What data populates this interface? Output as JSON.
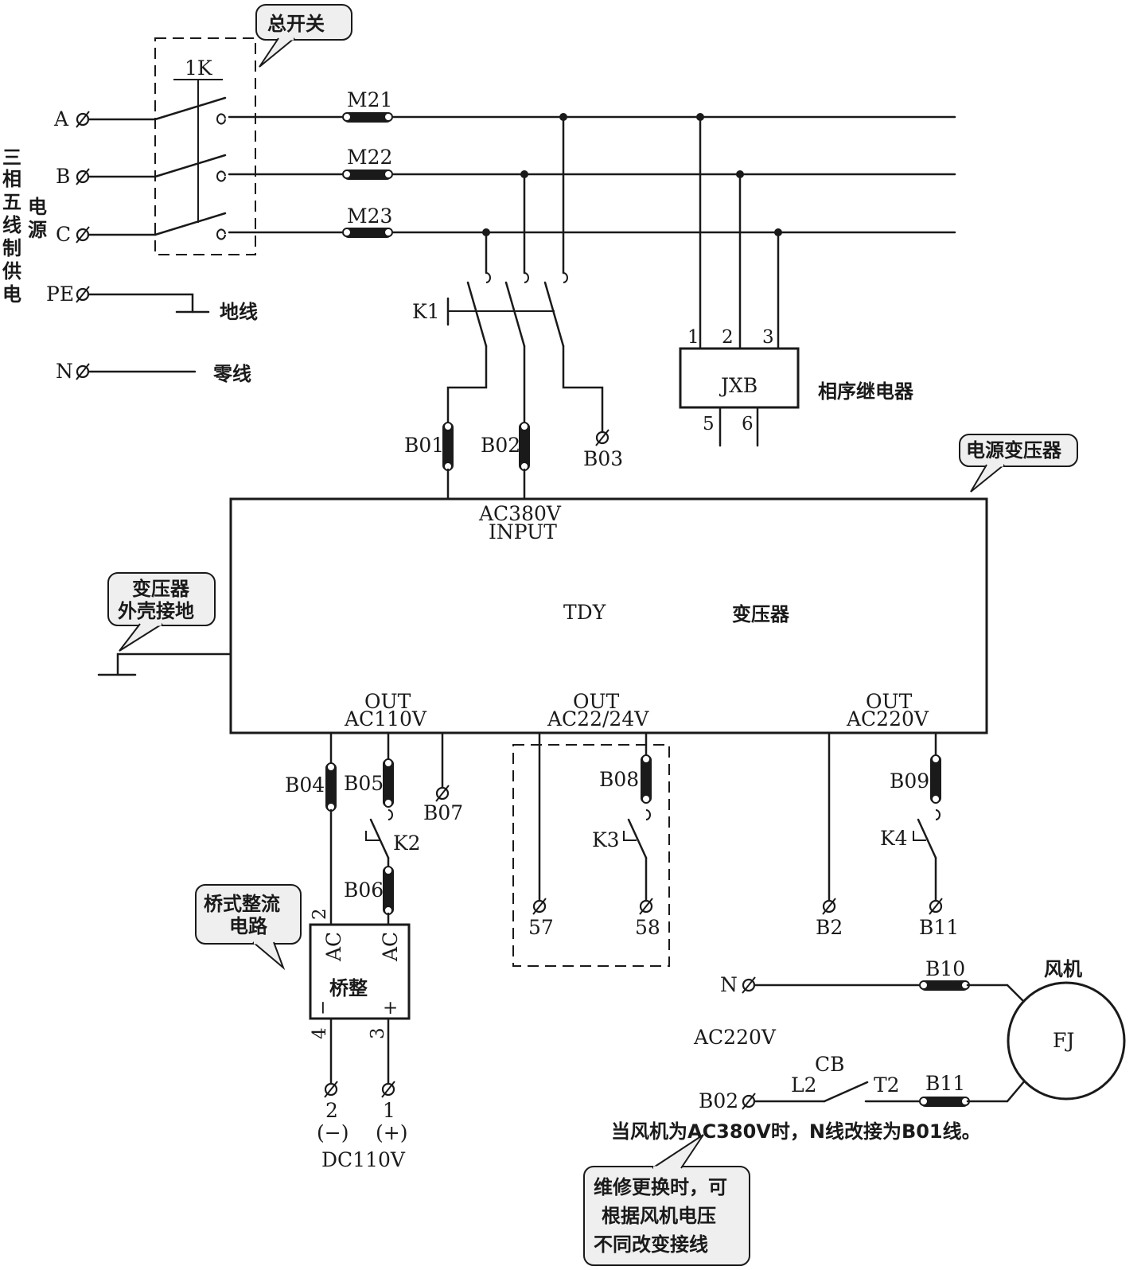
{
  "switches": {
    "main_switch": "1K",
    "k1": "K1",
    "k2": "K2",
    "k3": "K3",
    "k4": "K4",
    "cb": "CB",
    "cb_l": "L2",
    "cb_t": "T2"
  },
  "supply": {
    "title_chars": [
      "三",
      "相",
      "五",
      "线",
      "制",
      "供",
      "电"
    ],
    "title_chars_2": [
      "电",
      "源"
    ],
    "phases": [
      "A",
      "B",
      "C"
    ],
    "pe": "PE",
    "n": "N",
    "ground_label": "地线",
    "neutral_label": "零线"
  },
  "fuses": {
    "m21": "M21",
    "m22": "M22",
    "m23": "M23",
    "b01": "B01",
    "b02": "B02",
    "b04": "B04",
    "b05": "B05",
    "b06": "B06",
    "b08": "B08",
    "b09": "B09",
    "b10": "B10",
    "b11": "B11"
  },
  "terminals": {
    "b03": "B03",
    "b07": "B07",
    "t57": "57",
    "t58": "58",
    "b2": "B2",
    "b11": "B11",
    "dc_neg_num": "2",
    "dc_pos_num": "1",
    "dc_neg_sign": "(−)",
    "dc_pos_sign": "(+)",
    "dc_label": "DC110V",
    "fan_n": "N",
    "fan_b02": "B02"
  },
  "relay": {
    "name": "JXB",
    "label": "相序继电器",
    "pins_top": [
      "1",
      "2",
      "3"
    ],
    "pins_bottom": [
      "5",
      "6"
    ]
  },
  "transformer": {
    "input_voltage": "AC380V",
    "input_label": "INPUT",
    "model": "TDY",
    "name": "变压器",
    "out_label": "OUT",
    "out_110": "AC110V",
    "out_24": "AC22/24V",
    "out_220": "AC220V"
  },
  "rectifier": {
    "name": "桥整",
    "ac": "AC",
    "pin_ac1": "2",
    "pin_neg": "4",
    "pin_pos": "3",
    "neg": "−",
    "pos": "+"
  },
  "fan": {
    "title": "风机",
    "name": "FJ",
    "voltage": "AC220V",
    "note": "当风机为AC380V时，N线改接为B01线。"
  },
  "callouts": {
    "main_switch": [
      "总开关"
    ],
    "power_transformer": [
      "电源变压器"
    ],
    "transformer_ground": [
      "变压器",
      "外壳接地"
    ],
    "bridge": [
      "桥式整流",
      "电路"
    ],
    "maintenance": [
      "维修更换时，可",
      "根据风机电压",
      "不同改变接线"
    ]
  }
}
